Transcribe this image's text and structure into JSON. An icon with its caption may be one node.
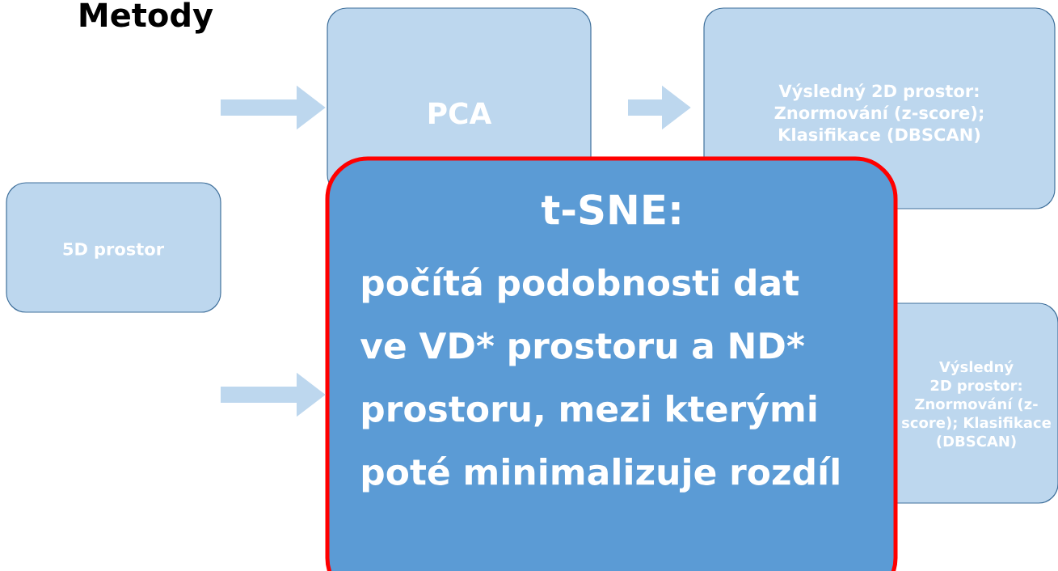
{
  "diagram": {
    "title": "Metody",
    "nodes": [
      {
        "text": [
          "5D prostor"
        ]
      },
      {
        "text": [
          "PCA"
        ]
      },
      {
        "text": [
          "Výsledný 2D prostor: Znormování (z-score); Klasifikace (DBSCAN)"
        ]
      },
      {
        "text": [
          "t-SNE:",
          "počítá podobnosti dat ve VD* prostoru a ND* prostoru, mezi kterými poté minimalizuje rozdíl"
        ]
      },
      {
        "text": [
          "Výsledný 2D prostor: Znormování (z-score); Klasifikace (DBSCAN)"
        ]
      }
    ],
    "edges": [
      {
        "from": null,
        "to": 1,
        "arrow": "to"
      },
      {
        "from": 1,
        "to": 2,
        "arrow": "to"
      },
      {
        "from": null,
        "to": 3,
        "arrow": "to"
      }
    ]
  }
}
